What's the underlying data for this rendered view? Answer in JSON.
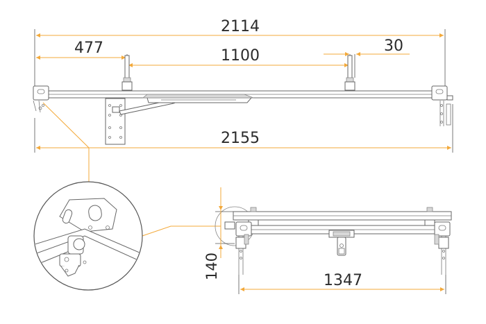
{
  "colors": {
    "dimension": "#f3a93a",
    "text": "#2b2b2b",
    "outline": "#666666"
  },
  "dimensions": {
    "overall_length": "2114",
    "left_offset": "477",
    "center_span": "1100",
    "right_offset": "30",
    "total_length": "2155",
    "height": "140",
    "side_length": "1347"
  }
}
